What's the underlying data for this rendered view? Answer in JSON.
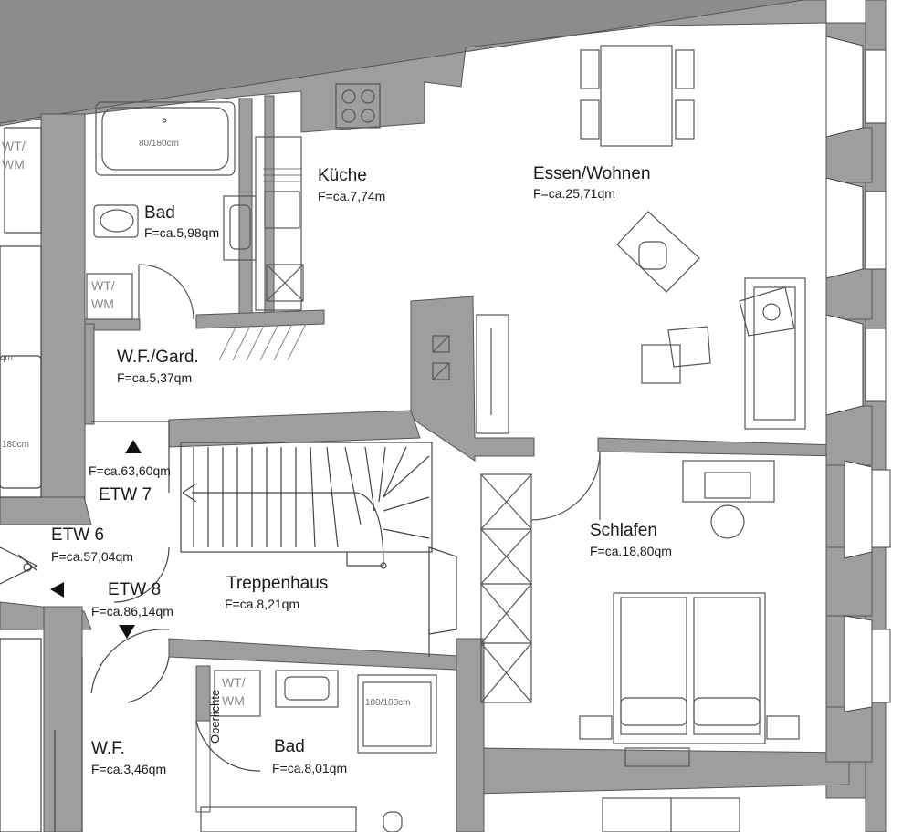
{
  "rooms": {
    "kueche": {
      "name": "Küche",
      "area": "F=ca.7,74m"
    },
    "essen": {
      "name": "Essen/Wohnen",
      "area": "F=ca.25,71qm"
    },
    "bad_top": {
      "name": "Bad",
      "area": "F=ca.5,98qm"
    },
    "wf_gard": {
      "name": "W.F./Gard.",
      "area": "F=ca.5,37qm"
    },
    "schlafen": {
      "name": "Schlafen",
      "area": "F=ca.18,80qm"
    },
    "treppenhaus": {
      "name": "Treppenhaus",
      "area": "F=ca.8,21qm"
    },
    "wf_bottom": {
      "name": "W.F.",
      "area": "F=ca.3,46qm"
    },
    "bad_bottom": {
      "name": "Bad",
      "area": "F=ca.8,01qm"
    }
  },
  "etw": {
    "etw7": {
      "name": "ETW 7",
      "area": "F=ca.63,60qm"
    },
    "etw6": {
      "name": "ETW 6",
      "area": "F=ca.57,04qm"
    },
    "etw8": {
      "name": "ETW 8",
      "area": "F=ca.86,14qm"
    }
  },
  "fixtures": {
    "tub_top": "80/180cm",
    "shower_bottom": "100/100cm",
    "tub_left": "180cm",
    "wtwm_top_1": "WT/",
    "wtwm_top_2": "WM",
    "wtwm_bottom_1": "WT/",
    "wtwm_bottom_2": "WM",
    "wtwm_left_1": "WT/",
    "wtwm_left_2": "WM",
    "oberlichte": "Oberlichte",
    "qm_fragment": "qm"
  },
  "colors": {
    "wall": "#9a9a9a",
    "roof": "#8c8c8c",
    "line": "#444444"
  }
}
